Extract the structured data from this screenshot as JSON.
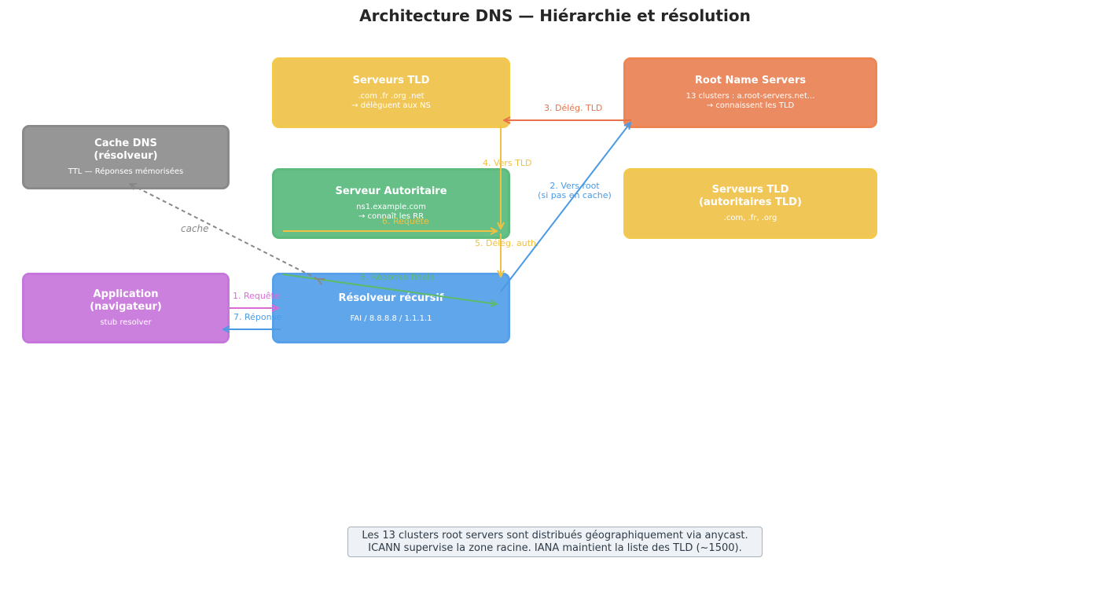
{
  "title": "Architecture DNS — Hiérarchie et résolution",
  "colors": {
    "tld": "#f0c656",
    "root": "#ea8b62",
    "cache": "#969696",
    "auth": "#67bf88",
    "app": "#cc80de",
    "resolver": "#60a6ea",
    "arrow_pink": "#d86bd6",
    "arrow_blue": "#4a9be4",
    "arrow_orange": "#e8734a",
    "arrow_yellow": "#f0c040",
    "arrow_green": "#5cba6a",
    "arrow_grey": "#888888"
  },
  "nodes": {
    "tld_servers": {
      "title": "Serveurs TLD",
      "subtitle": ".com .fr .org .net\n→ délèguent aux NS"
    },
    "root_servers": {
      "title": "Root Name Servers",
      "subtitle": "13 clusters : a.root-servers.net...\n→ connaissent les TLD"
    },
    "dns_cache": {
      "title": "Cache DNS\n(résolveur)",
      "subtitle": "TTL — Réponses mémorisées"
    },
    "authoritative": {
      "title": "Serveur Autoritaire",
      "subtitle": "ns1.example.com\n→ connaît les RR"
    },
    "tld_authoritative": {
      "title": "Serveurs TLD\n(autoritaires TLD)",
      "subtitle": ".com, .fr, .org"
    },
    "application": {
      "title": "Application\n(navigateur)",
      "subtitle": "stub resolver"
    },
    "resolver": {
      "title": "Résolveur récursif",
      "subtitle": "FAI / 8.8.8.8 / 1.1.1.1"
    }
  },
  "edges": {
    "e1": "1. Requête",
    "e2": "2. Vers root\n(si pas en cache)",
    "e3": "3. Délég. TLD",
    "e4": "4. Vers TLD",
    "e5": "5. Délég. auth.",
    "e6": "6. Requête",
    "e7": "7. Réponse",
    "e8": "8. Réponse finale",
    "cache": "cache"
  },
  "footnote": "Les 13 clusters root servers sont distribués géographiquement via anycast.\nICANN supervise la zone racine. IANA maintient la liste des TLD (~1500)."
}
